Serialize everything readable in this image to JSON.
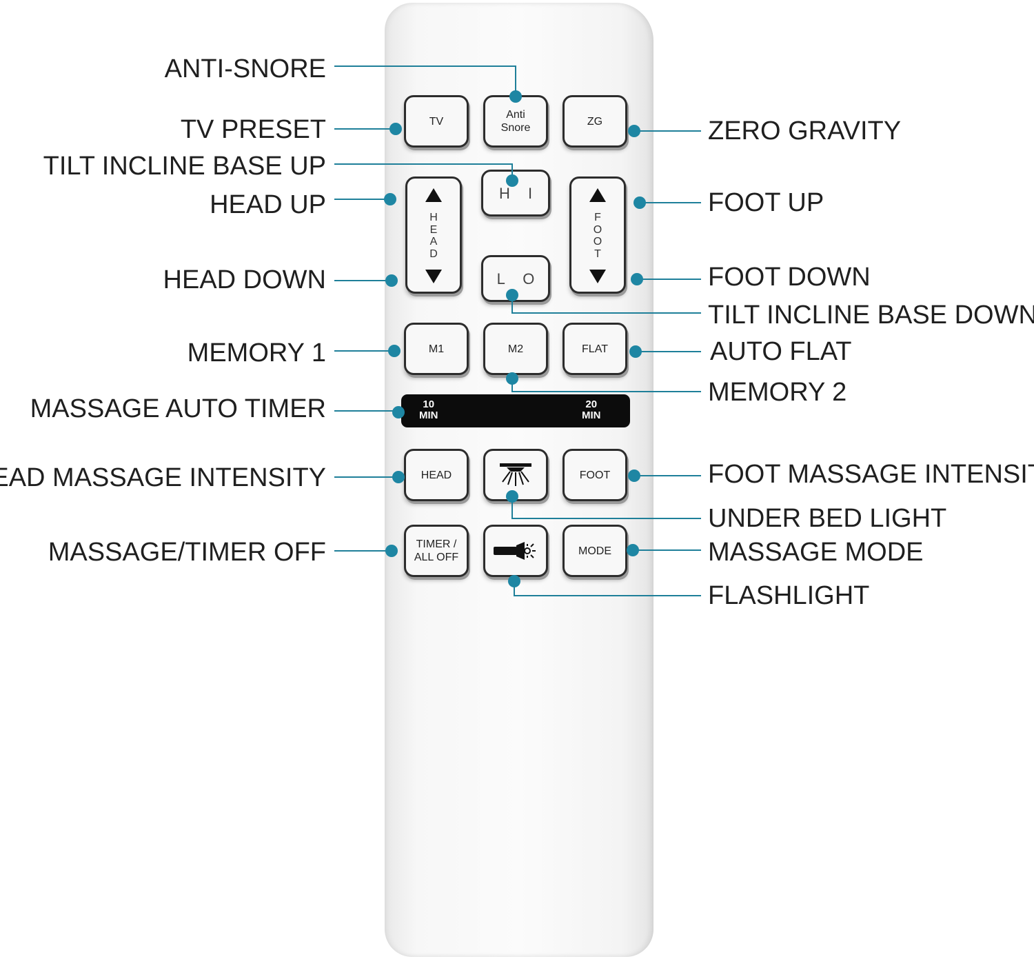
{
  "remote": {
    "buttons": {
      "tv": "TV",
      "anti_snore": "Anti\nSnore",
      "zg": "ZG",
      "hi": "H I",
      "lo": "L O",
      "head_letters": [
        "H",
        "E",
        "A",
        "D"
      ],
      "foot_letters": [
        "F",
        "O",
        "O",
        "T"
      ],
      "m1": "M1",
      "m2": "M2",
      "flat": "FLAT",
      "head_massage": "HEAD",
      "foot_massage": "FOOT",
      "timer_all_off": "TIMER /\nALL OFF",
      "mode": "MODE"
    },
    "timer_strip": {
      "left": "10\nMIN",
      "right": "20\nMIN"
    }
  },
  "callouts": {
    "anti_snore": "ANTI-SNORE",
    "tv_preset": "TV PRESET",
    "tilt_up": "TILT INCLINE BASE UP",
    "head_up": "HEAD UP",
    "head_down": "HEAD DOWN",
    "memory_1": "MEMORY 1",
    "massage_auto_timer": "MASSAGE AUTO TIMER",
    "head_massage_intensity": "HEAD MASSAGE INTENSITY",
    "massage_timer_off": "MASSAGE/TIMER OFF",
    "zero_gravity": "ZERO GRAVITY",
    "foot_up": "FOOT UP",
    "foot_down": "FOOT DOWN",
    "tilt_down": "TILT INCLINE BASE DOWN",
    "auto_flat": "AUTO FLAT",
    "memory_2": "MEMORY 2",
    "foot_massage_intensity": "FOOT MASSAGE INTENSITY",
    "under_bed_light": "UNDER BED LIGHT",
    "massage_mode": "MASSAGE MODE",
    "flashlight": "FLASHLIGHT"
  },
  "colors": {
    "accent": "#1e86a3",
    "button_border": "#2c2c2c",
    "timer_strip": "#0c0c0c"
  },
  "icons": [
    "up-arrow-icon",
    "down-arrow-icon",
    "light-icon",
    "flashlight-icon"
  ]
}
